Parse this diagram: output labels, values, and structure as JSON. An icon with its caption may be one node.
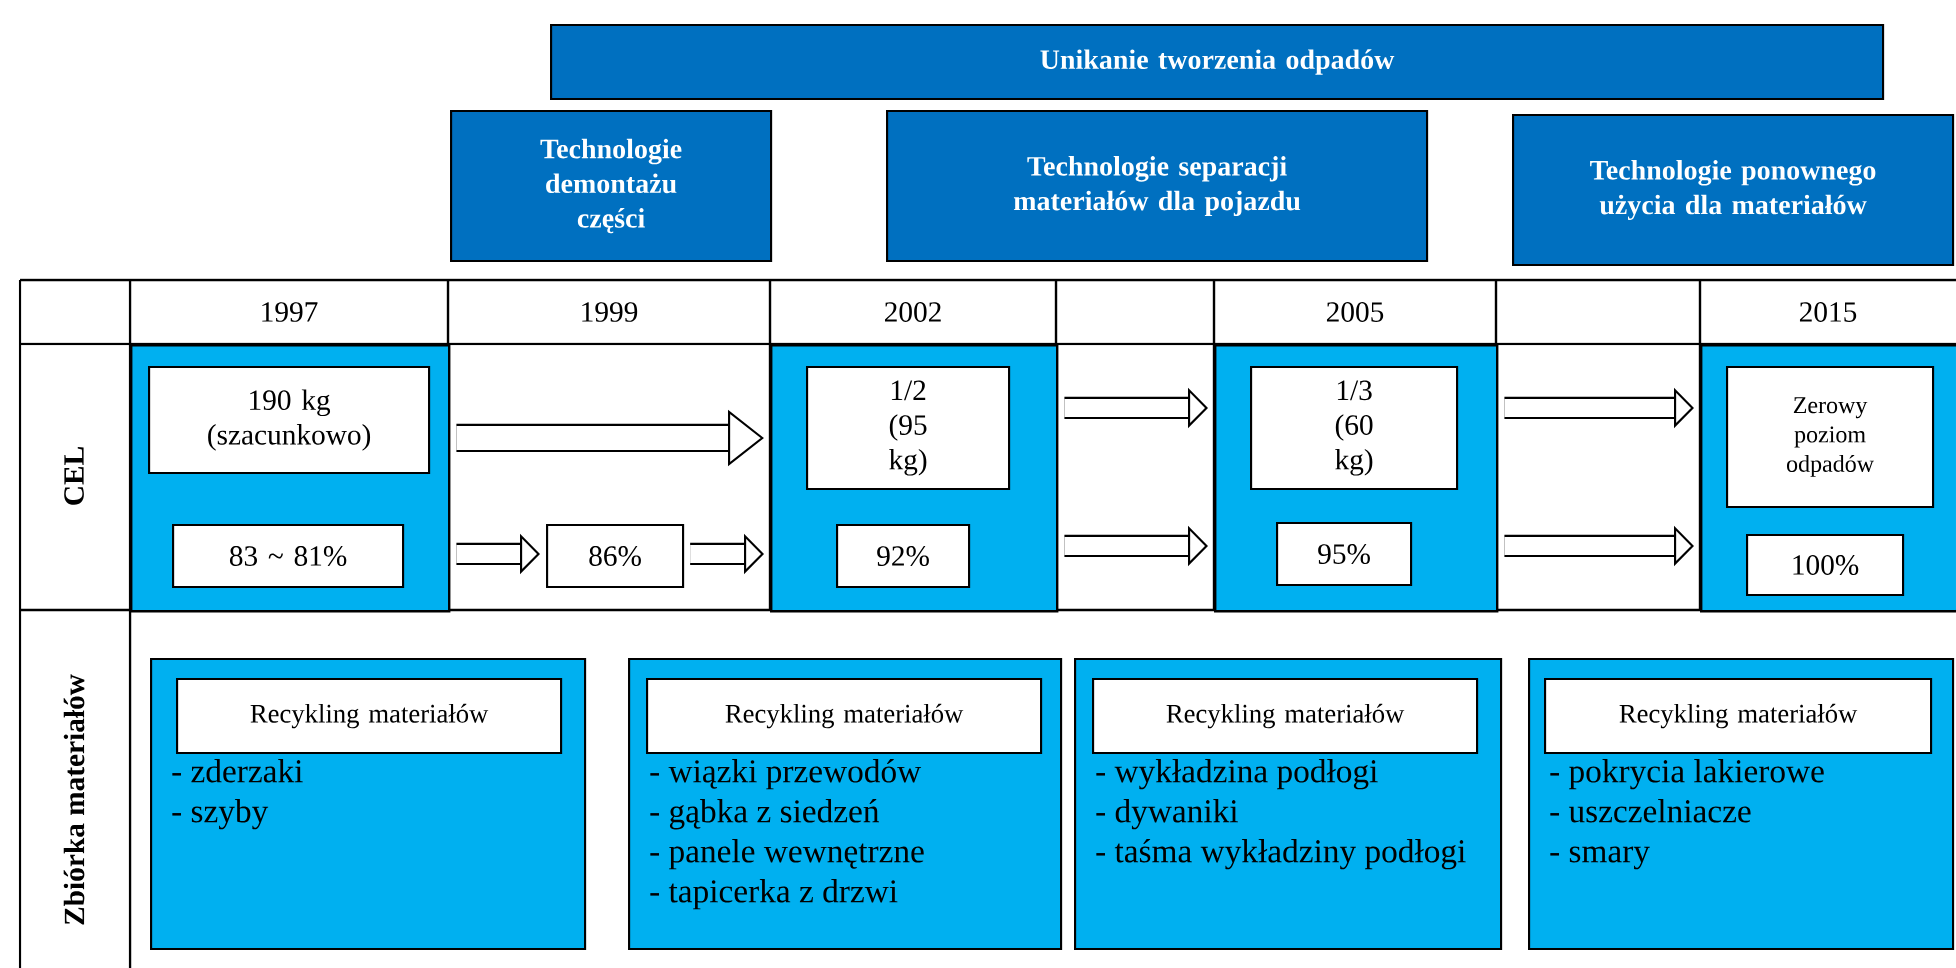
{
  "diagram": {
    "nodes": [
      {
        "text": [
          "Unikanie tworzenia odpadów"
        ]
      },
      {
        "text": [
          "Technologie demontażu części"
        ]
      },
      {
        "text": [
          "Technologie separacji materiałów dla pojazdu"
        ]
      },
      {
        "text": [
          "Technologie ponownego użycia dla materiałów"
        ]
      },
      {
        "text": [],
        "shape": "box"
      },
      {
        "text": [
          "190 kg (szacunkowo)"
        ],
        "in": 4
      },
      {
        "text": [
          "83 ~ 81%"
        ],
        "in": 4
      },
      {
        "text": [
          "86%"
        ]
      },
      {
        "text": [],
        "shape": "box"
      },
      {
        "text": [
          "1/2 (95 kg)"
        ],
        "in": 8
      },
      {
        "text": [
          "92%"
        ],
        "in": 8
      },
      {
        "text": [],
        "shape": "box"
      },
      {
        "text": [
          "1/3 (60 kg)"
        ],
        "in": 11
      },
      {
        "text": [
          "95%"
        ],
        "in": 11
      },
      {
        "text": [],
        "shape": "box"
      },
      {
        "text": [
          "Zerowy poziom odpadów"
        ],
        "in": 14
      },
      {
        "text": [
          "100%"
        ],
        "in": 14
      },
      {
        "text": [
          "- zderzaki",
          "- szyby"
        ]
      },
      {
        "text": [
          "Recykling materiałów"
        ],
        "in": 17
      },
      {
        "text": [
          "- wiązki przewodów",
          "- gąbka z siedzeń",
          "- panele wewnętrzne",
          "- tapicerka z drzwi"
        ]
      },
      {
        "text": [
          "Recykling materiałów"
        ],
        "in": 19
      },
      {
        "text": [
          "- wykładzina podłogi",
          "- dywaniki",
          "- taśma wykładziny podłogi"
        ]
      },
      {
        "text": [
          "Recykling materiałów"
        ],
        "in": 21
      },
      {
        "text": [
          "- pokrycia lakierowe",
          "- uszczelniacze",
          "- smary"
        ]
      },
      {
        "text": [
          "Recykling materiałów"
        ],
        "in": 23
      }
    ],
    "edges": [
      {
        "from": 4,
        "to": 8,
        "arrow": "to"
      },
      {
        "from": 4,
        "to": 7,
        "arrow": "to"
      },
      {
        "from": 7,
        "to": 8,
        "arrow": "to"
      },
      {
        "from": 8,
        "to": 11,
        "arrow": "to"
      },
      {
        "from": 8,
        "to": 11,
        "arrow": "to"
      },
      {
        "from": 11,
        "to": 14,
        "arrow": "to"
      },
      {
        "from": 11,
        "to": 14,
        "arrow": "to"
      }
    ],
    "labels": [
      "1997",
      "1999",
      "2002",
      "2005",
      "2015",
      "CEL",
      "Zbiórka materiałów"
    ]
  }
}
